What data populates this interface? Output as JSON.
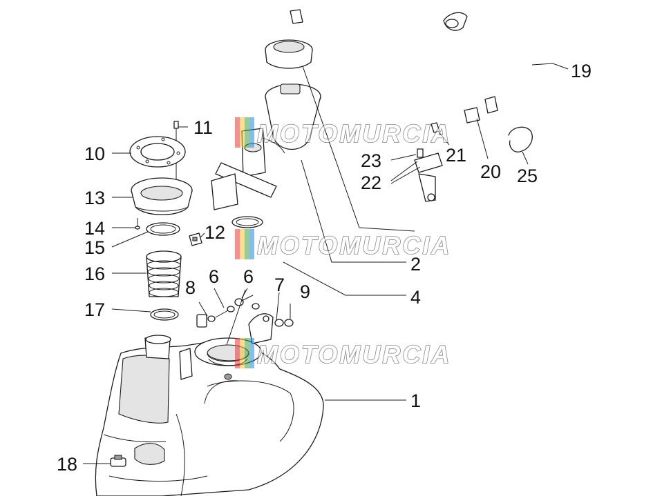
{
  "callouts": [
    {
      "id": "1",
      "label": "1"
    },
    {
      "id": "2",
      "label": "2"
    },
    {
      "id": "4",
      "label": "4"
    },
    {
      "id": "6a",
      "label": "6"
    },
    {
      "id": "6b",
      "label": "6"
    },
    {
      "id": "7",
      "label": "7"
    },
    {
      "id": "8",
      "label": "8"
    },
    {
      "id": "9",
      "label": "9"
    },
    {
      "id": "10",
      "label": "10"
    },
    {
      "id": "11",
      "label": "11"
    },
    {
      "id": "12",
      "label": "12"
    },
    {
      "id": "13",
      "label": "13"
    },
    {
      "id": "14",
      "label": "14"
    },
    {
      "id": "15",
      "label": "15"
    },
    {
      "id": "16",
      "label": "16"
    },
    {
      "id": "17",
      "label": "17"
    },
    {
      "id": "18",
      "label": "18"
    },
    {
      "id": "19",
      "label": "19"
    },
    {
      "id": "20",
      "label": "20"
    },
    {
      "id": "21",
      "label": "21"
    },
    {
      "id": "22",
      "label": "22"
    },
    {
      "id": "23",
      "label": "23"
    },
    {
      "id": "25",
      "label": "25"
    }
  ],
  "watermark": {
    "text": "MOTOMURCIA",
    "colors": [
      "#e53935",
      "#fbc02d",
      "#43a047",
      "#1e88e5"
    ]
  },
  "colors": {
    "line": "#1a1a1a",
    "background": "#ffffff"
  }
}
